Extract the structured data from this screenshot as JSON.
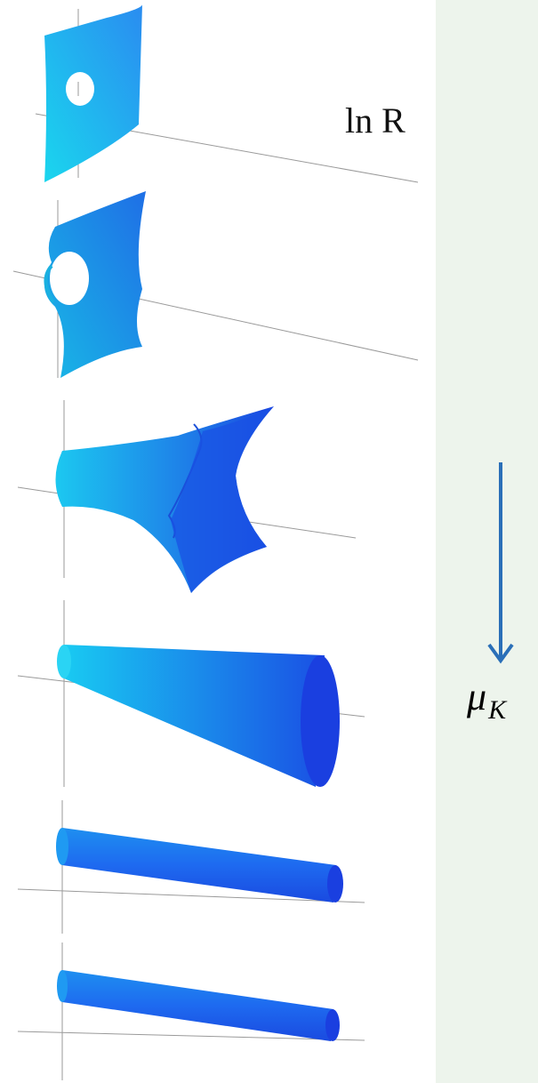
{
  "labels": {
    "axis": "ln R",
    "parameter_symbol": "μ",
    "parameter_subscript": "K"
  },
  "colors": {
    "panel_background": "#edf4ec",
    "surface_light": "#19c8f0",
    "surface_dark": "#1a3fe0",
    "arrow": "#2a6fb8",
    "axis_lines": "#9a9a9a"
  },
  "figures": [
    {
      "shape": "flat plane with circular hole"
    },
    {
      "shape": "curved sheet with opening"
    },
    {
      "shape": "flared trumpet with cusped rim"
    },
    {
      "shape": "cone"
    },
    {
      "shape": "cylinder"
    },
    {
      "shape": "thin cylinder"
    }
  ]
}
